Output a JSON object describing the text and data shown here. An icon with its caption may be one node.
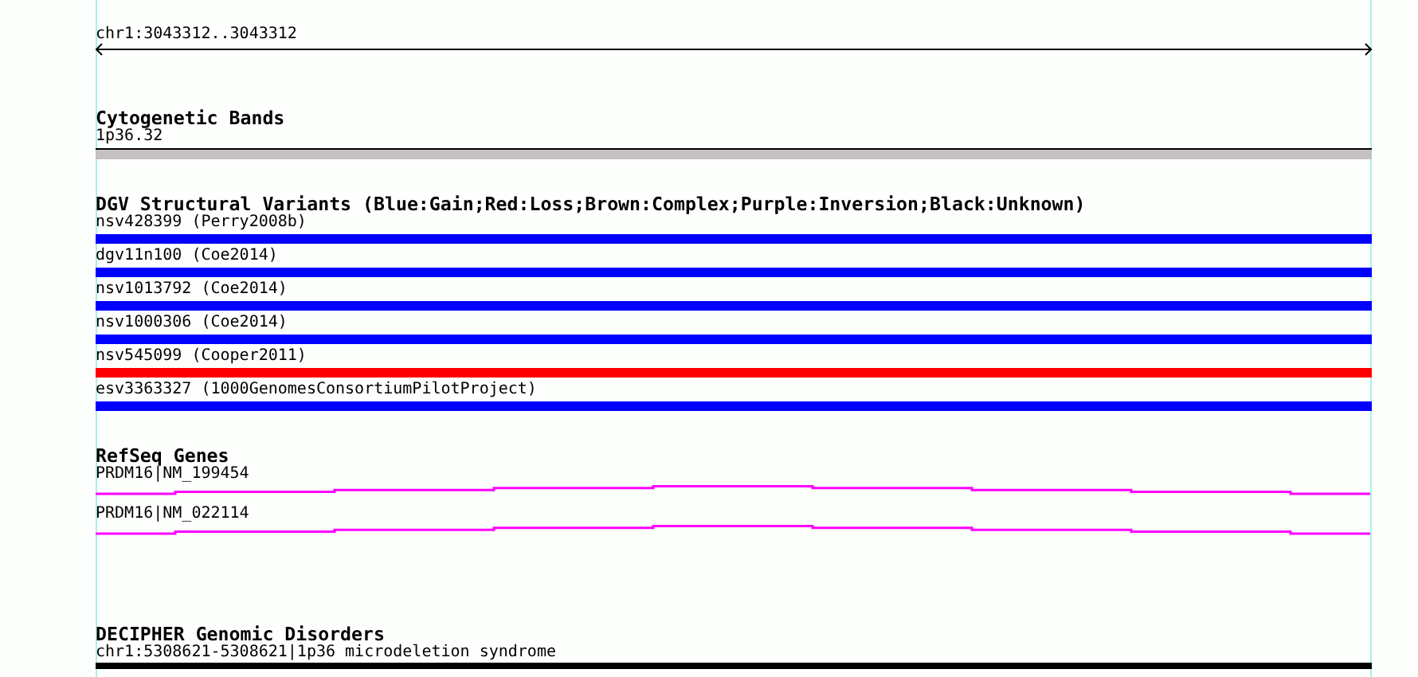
{
  "diagram": {
    "nodes": [
      {
        "text": [
          "1p36.32"
        ]
      },
      {
        "text": [
          "nsv428399 (Perry2008b)"
        ]
      },
      {
        "text": [
          "dgv11n100 (Coe2014)"
        ]
      },
      {
        "text": [
          "nsv1013792 (Coe2014)"
        ]
      },
      {
        "text": [
          "nsv1000306 (Coe2014)"
        ]
      },
      {
        "text": [
          "nsv545099 (Cooper2011)"
        ]
      },
      {
        "text": [
          "esv3363327 (1000GenomesConsortiumPilotProject)"
        ]
      },
      {
        "text": [
          "PRDM16|NM_199454"
        ]
      },
      {
        "text": [
          "PRDM16|NM_022114"
        ]
      },
      {
        "text": [
          "chr1:5308621-5308621|1p36 microdeletion syndrome"
        ]
      }
    ],
    "labels": [
      "chr1:3043312..3043312",
      "Cytogenetic Bands",
      "DGV Structural Variants (Blue:Gain;Red:Loss;Brown:Complex;Purple:Inversion;Black:Unknown)",
      "RefSeq Genes",
      "DECIPHER Genomic Disorders"
    ]
  }
}
